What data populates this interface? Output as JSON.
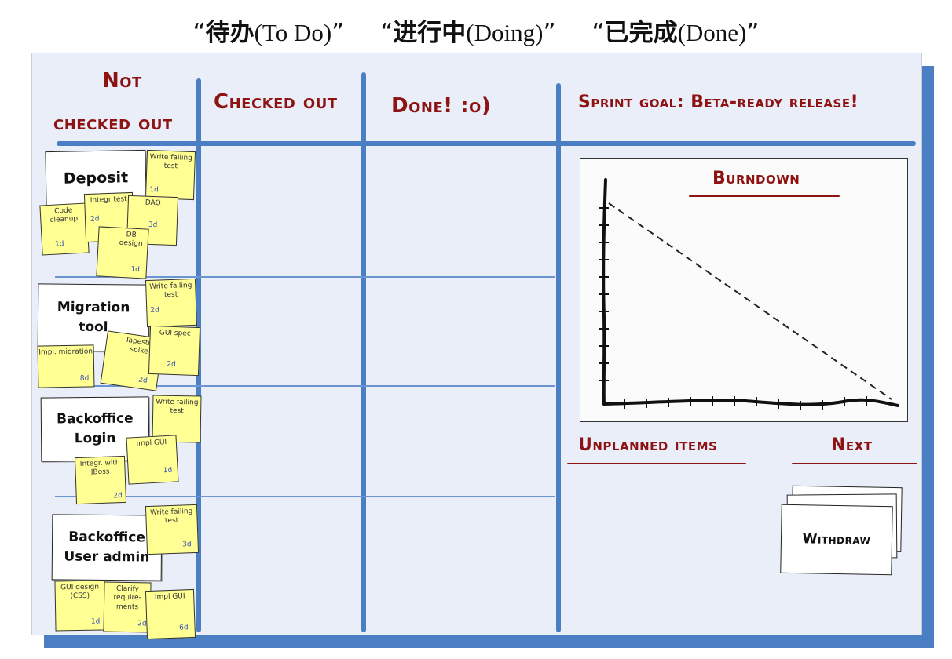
{
  "banner": {
    "todo_zh": "待办",
    "todo_en": "(To Do)",
    "doing_zh": "进行中",
    "doing_en": "(Doing)",
    "done_zh": "已完成",
    "done_en": "(Done)",
    "open_quote": "“",
    "close_quote": "”"
  },
  "board": {
    "col_not_checked_out_1": "Not",
    "col_not_checked_out_2": "checked out",
    "col_checked_out": "Checked out",
    "col_done": "Done! :o)",
    "sprint_goal": "Sprint goal: Beta-ready release!",
    "burndown_title": "Burndown",
    "unplanned_items": "Unplanned items",
    "next": "Next"
  },
  "stories": [
    {
      "line1": "Deposit",
      "line2": ""
    },
    {
      "line1": "Migration",
      "line2": "tool"
    },
    {
      "line1": "Backoffice",
      "line2": "Login"
    },
    {
      "line1": "Backoffice",
      "line2": "User admin"
    }
  ],
  "tasks": [
    {
      "text": "Write failing test",
      "est": "1d"
    },
    {
      "text": "Code cleanup",
      "est": "1d"
    },
    {
      "text": "Integr test",
      "est": "2d"
    },
    {
      "text": "DAO",
      "est": "3d"
    },
    {
      "text": "DB design",
      "est": "1d"
    },
    {
      "text": "Write failing test",
      "est": "2d"
    },
    {
      "text": "Impl. migration",
      "est": "8d"
    },
    {
      "text": "Tapestry spike",
      "est": "2d"
    },
    {
      "text": "GUI spec",
      "est": "2d"
    },
    {
      "text": "Write failing test",
      "est": ""
    },
    {
      "text": "Impl GUI",
      "est": "1d"
    },
    {
      "text": "Integr. with JBoss",
      "est": "2d"
    },
    {
      "text": "Write failing test",
      "est": "3d"
    },
    {
      "text": "GUI design (CSS)",
      "est": "1d"
    },
    {
      "text": "Clarify require-ments",
      "est": "2d"
    },
    {
      "text": "Impl GUI",
      "est": "6d"
    }
  ],
  "next_card": "Withdraw",
  "colors": {
    "board": "#e9eef9",
    "blue": "#4a7fc4",
    "red_text": "#8e1414",
    "sticky": "#ffff94"
  }
}
